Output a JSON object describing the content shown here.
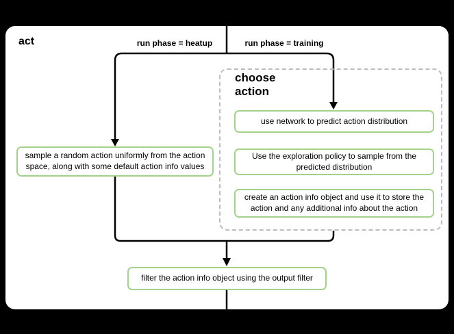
{
  "colors": {
    "background": "#000000",
    "panel": "#ffffff",
    "node_border": "#a5d28a",
    "group_border": "#bdbdbd",
    "edge": "#000000"
  },
  "diagram": {
    "title": "act",
    "branches": {
      "heatup_label": "run phase = heatup",
      "training_label": "run phase = training"
    },
    "nodes": {
      "sample_random": "sample a random action uniformly from the action space, along with some default action info values",
      "filter_output": "filter the action info object using the output filter"
    },
    "choose_action_group": {
      "title": "choose action",
      "nodes": {
        "predict": "use network to predict action distribution",
        "explore": "Use the exploration policy to sample from the predicted distribution",
        "create_info": "create an action info object and use it to store the action and any additional info about the action"
      }
    }
  }
}
